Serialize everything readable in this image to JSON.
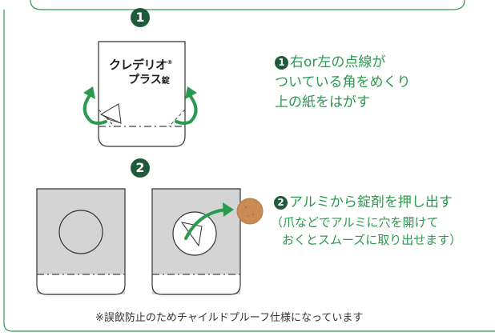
{
  "colors": {
    "accent_green": "#2a9a4e",
    "badge_dark_green": "#1f5a3a",
    "frame_green": "#2a9a4e",
    "blister_gray": "#d4d4d4",
    "tablet_brown": "#c98a55"
  },
  "step1": {
    "badge": "1",
    "product_name_line1": "クレデリオ",
    "product_name_mark": "®",
    "product_name_line2": "プラス",
    "product_name_suffix": "錠",
    "instruction_num": "1",
    "instruction_lines": [
      "右or左の点線が",
      "ついている角をめくり",
      "上の紙をはがす"
    ]
  },
  "step2": {
    "badge": "2",
    "instruction_num": "2",
    "instruction_line1": "アルミから錠剤を押し出す",
    "instruction_line2": "（爪などでアルミに穴を開けて",
    "instruction_line3": "おくとスムーズに取り出せます）"
  },
  "footer_note": "※誤飲防止のためチャイルドプルーフ仕様になっています"
}
